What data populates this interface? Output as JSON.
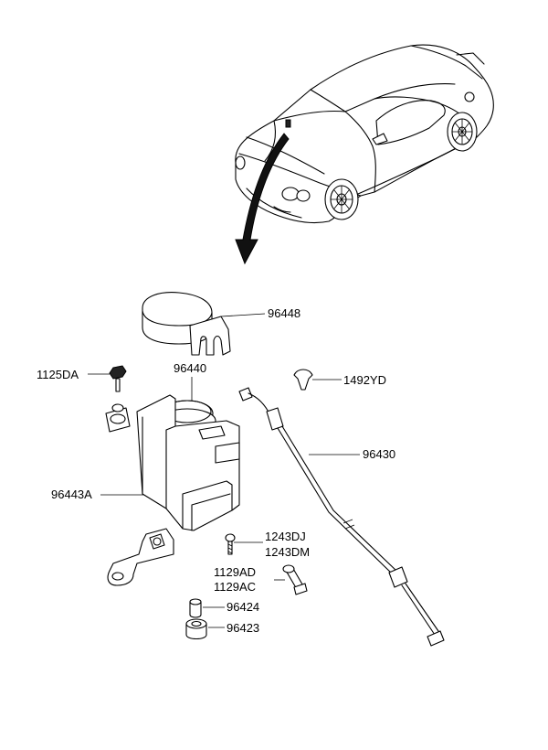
{
  "labels": {
    "p96448": "96448",
    "p96440": "96440",
    "p1125DA": "1125DA",
    "p1492YD": "1492YD",
    "p96430": "96430",
    "p96443A": "96443A",
    "p1243DJ": "1243DJ",
    "p1243DM": "1243DM",
    "p1129AD": "1129AD",
    "p1129AC": "1129AC",
    "p96424": "96424",
    "p96423": "96423"
  }
}
